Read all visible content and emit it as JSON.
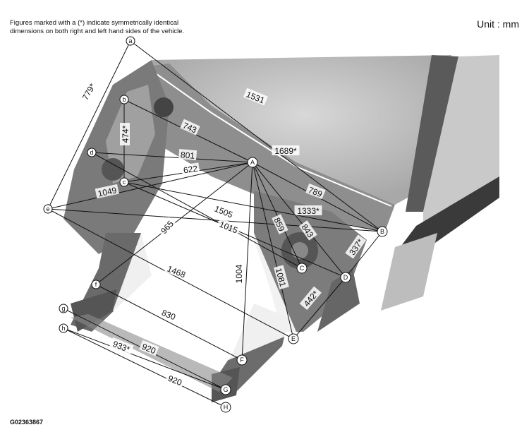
{
  "note": "Figures marked with a (*) indicate symmetrically identical\ndimensions on both right and left hand sides of the vehicle.",
  "unit_label": "Unit : mm",
  "figure_id": "G02363867",
  "points": {
    "A": {
      "label": "A",
      "style": "upper"
    },
    "B": {
      "label": "B",
      "style": "upper"
    },
    "C": {
      "label": "C",
      "style": "upper"
    },
    "D": {
      "label": "D",
      "style": "upper"
    },
    "E": {
      "label": "E",
      "style": "upper"
    },
    "F": {
      "label": "F",
      "style": "upper"
    },
    "G": {
      "label": "G",
      "style": "upper"
    },
    "H": {
      "label": "H",
      "style": "upper"
    },
    "a": {
      "label": "a",
      "style": "lower"
    },
    "b": {
      "label": "b",
      "style": "lower"
    },
    "c": {
      "label": "c",
      "style": "lower"
    },
    "d": {
      "label": "d",
      "style": "lower"
    },
    "e": {
      "label": "e",
      "style": "lower"
    },
    "f": {
      "label": "f",
      "style": "lower"
    },
    "g": {
      "label": "g",
      "style": "lower"
    },
    "h": {
      "label": "h",
      "style": "lower"
    }
  },
  "dimensions": [
    {
      "from": "a",
      "to": "e",
      "label": "779*"
    },
    {
      "from": "a",
      "to": "B",
      "label": "1531"
    },
    {
      "from": "b",
      "to": "c",
      "label": "474*"
    },
    {
      "from": "b",
      "to": "A",
      "label": "743"
    },
    {
      "from": "d",
      "to": "A",
      "label": "801"
    },
    {
      "from": "e",
      "to": "B",
      "label": "1689*"
    },
    {
      "from": "c",
      "to": "A",
      "label": "622"
    },
    {
      "from": "e",
      "to": "A",
      "label": "1049"
    },
    {
      "from": "A",
      "to": "B",
      "label": "789"
    },
    {
      "from": "c",
      "to": "B",
      "label": "1333*"
    },
    {
      "from": "d",
      "to": "C",
      "label": "1505"
    },
    {
      "from": "A",
      "to": "C",
      "label": "859"
    },
    {
      "from": "A",
      "to": "D",
      "label": "843"
    },
    {
      "from": "c",
      "to": "D",
      "label": "1015"
    },
    {
      "from": "f",
      "to": "A",
      "label": "965"
    },
    {
      "from": "B",
      "to": "D",
      "label": "337*"
    },
    {
      "from": "e",
      "to": "E",
      "label": "1468"
    },
    {
      "from": "A",
      "to": "F",
      "label": "1004"
    },
    {
      "from": "A",
      "to": "E",
      "label": "1081"
    },
    {
      "from": "D",
      "to": "E",
      "label": "442*"
    },
    {
      "from": "f",
      "to": "F",
      "label": "830"
    },
    {
      "from": "g",
      "to": "G",
      "label": "920"
    },
    {
      "from": "h",
      "to": "G",
      "label": "933*"
    },
    {
      "from": "h",
      "to": "H",
      "label": "920"
    }
  ]
}
